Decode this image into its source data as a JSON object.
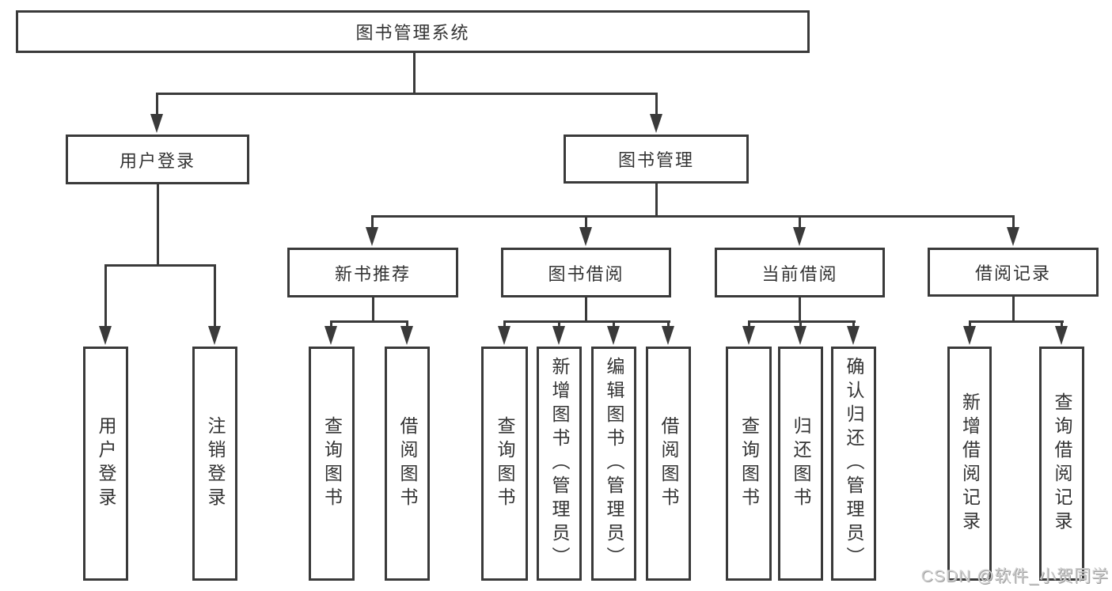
{
  "diagram": {
    "root_label": "图书管理系统",
    "nodes": [
      {
        "id": "root",
        "label": "图书管理系统",
        "level": 1,
        "parent": null
      },
      {
        "id": "user-login",
        "label": "用户登录",
        "level": 2,
        "parent": "root"
      },
      {
        "id": "book-mgmt",
        "label": "图书管理",
        "level": 2,
        "parent": "root"
      },
      {
        "id": "new-book-rec",
        "label": "新书推荐",
        "level": 3,
        "parent": "book-mgmt"
      },
      {
        "id": "book-borrow",
        "label": "图书借阅",
        "level": 3,
        "parent": "book-mgmt"
      },
      {
        "id": "current-borrow",
        "label": "当前借阅",
        "level": 3,
        "parent": "book-mgmt"
      },
      {
        "id": "borrow-records",
        "label": "借阅记录",
        "level": 3,
        "parent": "book-mgmt"
      },
      {
        "id": "leaf-user-login",
        "label": "用户登录",
        "level": 4,
        "parent": "user-login"
      },
      {
        "id": "leaf-logout",
        "label": "注销登录",
        "level": 4,
        "parent": "user-login"
      },
      {
        "id": "leaf-query-books-rec",
        "label": "查询图书",
        "level": 4,
        "parent": "new-book-rec"
      },
      {
        "id": "leaf-borrow-books-rec",
        "label": "借阅图书",
        "level": 4,
        "parent": "new-book-rec"
      },
      {
        "id": "leaf-query-books-borrow",
        "label": "查询图书",
        "level": 4,
        "parent": "book-borrow"
      },
      {
        "id": "leaf-add-books",
        "label": "新增图书（管理员）",
        "level": 4,
        "parent": "book-borrow"
      },
      {
        "id": "leaf-edit-books",
        "label": "编辑图书（管理员）",
        "level": 4,
        "parent": "book-borrow"
      },
      {
        "id": "leaf-borrow-books",
        "label": "借阅图书",
        "level": 4,
        "parent": "book-borrow"
      },
      {
        "id": "leaf-query-books-current",
        "label": "查询图书",
        "level": 4,
        "parent": "current-borrow"
      },
      {
        "id": "leaf-return-books",
        "label": "归还图书",
        "level": 4,
        "parent": "current-borrow"
      },
      {
        "id": "leaf-confirm-return",
        "label": "确认归还（管理员）",
        "level": 4,
        "parent": "current-borrow"
      },
      {
        "id": "leaf-add-borrow-record",
        "label": "新增借阅记录",
        "level": 4,
        "parent": "borrow-records"
      },
      {
        "id": "leaf-query-borrow-record",
        "label": "查询借阅记录",
        "level": 4,
        "parent": "borrow-records"
      }
    ]
  },
  "watermark": "CSDN @软件_小贺同学",
  "colors": {
    "line": "#3a3a3a",
    "text": "#333333",
    "background": "#ffffff",
    "watermark": "#cdcdcd"
  }
}
